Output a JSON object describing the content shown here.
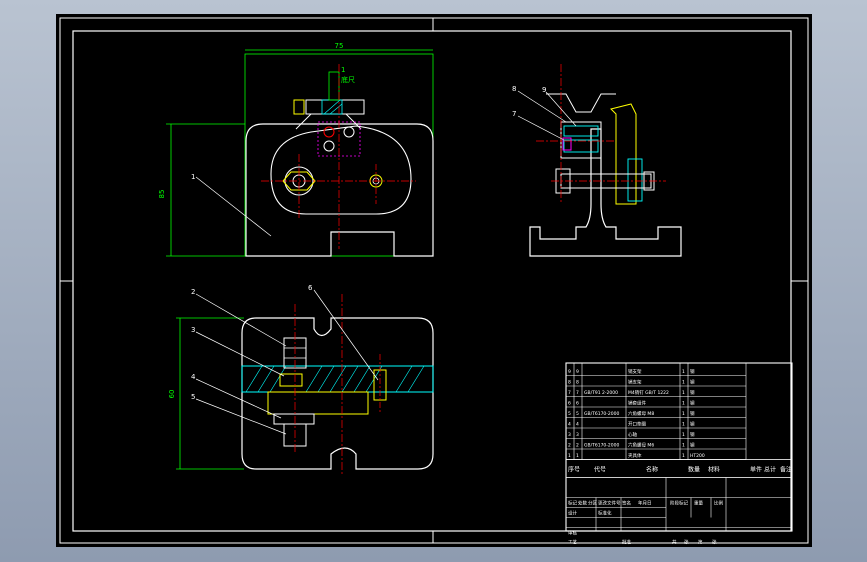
{
  "colors": {
    "background": "#000000",
    "outline": "#ffffff",
    "dimension": "#00ff00",
    "centerline": "#ff0000",
    "part": "#ffff00",
    "hatch": "#00ffff",
    "accent": "#ff00ff"
  },
  "front_view": {
    "dim_top": "75",
    "dim_left": "85",
    "note_a": "1",
    "note_b": "底尺",
    "leader_1": "1"
  },
  "side_view": {
    "leader_8": "8",
    "leader_9": "9",
    "leader_7": "7"
  },
  "section_view": {
    "dim_left": "60",
    "leader_2": "2",
    "leader_3": "3",
    "leader_4": "4",
    "leader_5": "5",
    "leader_6": "6"
  },
  "bom": {
    "rows": [
      [
        "9",
        "9",
        "",
        "销支架",
        "1",
        "钢"
      ],
      [
        "8",
        "8",
        "",
        "销支架",
        "1",
        "钢"
      ],
      [
        "7",
        "7",
        "GB/T91 2-2000",
        "M4销钉 GB/T 1222",
        "1",
        "钢"
      ],
      [
        "6",
        "6",
        "",
        "销套组件",
        "1",
        "钢"
      ],
      [
        "5",
        "5",
        "GB/T6170-2000",
        "六角螺母 M8",
        "1",
        "钢"
      ],
      [
        "4",
        "4",
        "",
        "开口垫圈",
        "1",
        "钢"
      ],
      [
        "3",
        "3",
        "",
        "心轴",
        "1",
        "钢"
      ],
      [
        "2",
        "2",
        "GB/T6170-2000",
        "六角螺母 M6",
        "1",
        "钢"
      ],
      [
        "1",
        "1",
        "",
        "夹具体",
        "1",
        "HT200"
      ]
    ],
    "headers": [
      "序号",
      "代号",
      "名称",
      "数量",
      "材料",
      "单件",
      "总计",
      "备注"
    ]
  },
  "title_block": {
    "labels": [
      "标记",
      "处数",
      "分区",
      "更改文件号",
      "签名",
      "年月日",
      "设计",
      "标准化",
      "阶段标记",
      "重量",
      "比例",
      "审核",
      "工艺",
      "批准",
      "共",
      "张",
      "第",
      "张"
    ]
  }
}
